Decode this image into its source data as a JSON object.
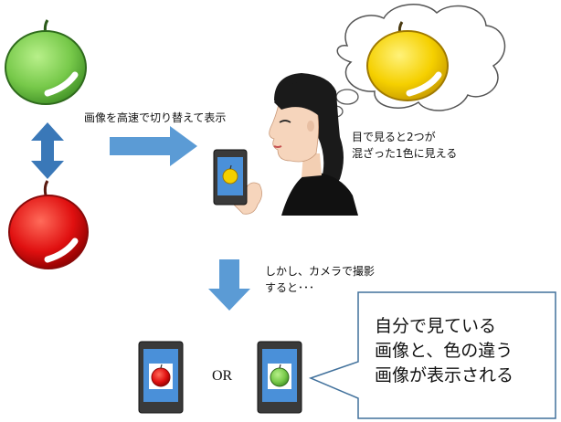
{
  "text": {
    "caption_switch": "画像を高速で切り替えて表示",
    "caption_blend": [
      "目で見ると2つが",
      "混ざった1色に見える"
    ],
    "caption_camera": [
      "しかし、カメラで撮影",
      "すると･･･"
    ],
    "label_or": "OR",
    "callout": [
      "自分で見ている",
      "画像と、色の違う",
      "画像が表示される"
    ]
  },
  "colors": {
    "apple_green": "#77c94a",
    "apple_red": "#e01010",
    "apple_yellow": "#f5d000",
    "arrow_blue": "#5b9bd5",
    "double_arrow_blue": "#3a78b8",
    "phone_screen": "#4a90d9",
    "callout_border": "#41719c"
  },
  "icons": [
    "green-apple-icon",
    "red-apple-icon",
    "yellow-apple-icon",
    "smartphone-icon",
    "person-icon",
    "thought-cloud-icon"
  ]
}
